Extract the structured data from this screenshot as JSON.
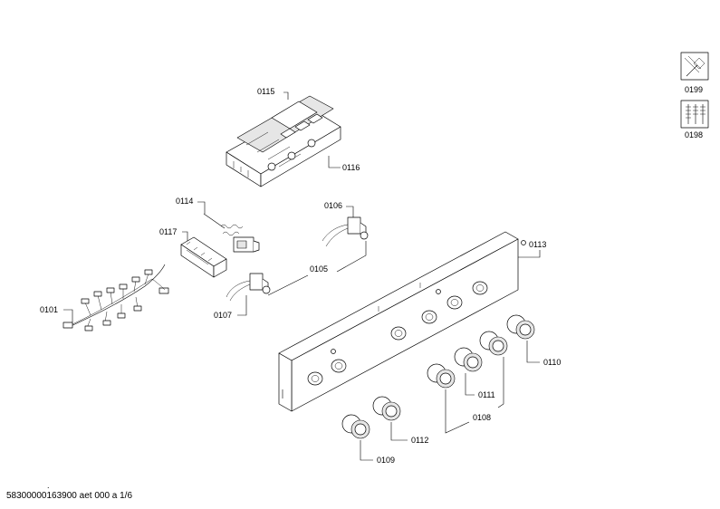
{
  "labels": {
    "p0101": "0101",
    "p0105": "0105",
    "p0106": "0106",
    "p0107": "0107",
    "p0108": "0108",
    "p0109": "0109",
    "p0110": "0110",
    "p0111": "0111",
    "p0112": "0112",
    "p0113": "0113",
    "p0114": "0114",
    "p0115": "0115",
    "p0116": "0116",
    "p0117": "0117",
    "p0198": "0198",
    "p0199": "0199"
  },
  "footer": {
    "dot": ".",
    "doc_id": "58300000163900 aet 000 a 1/6"
  }
}
